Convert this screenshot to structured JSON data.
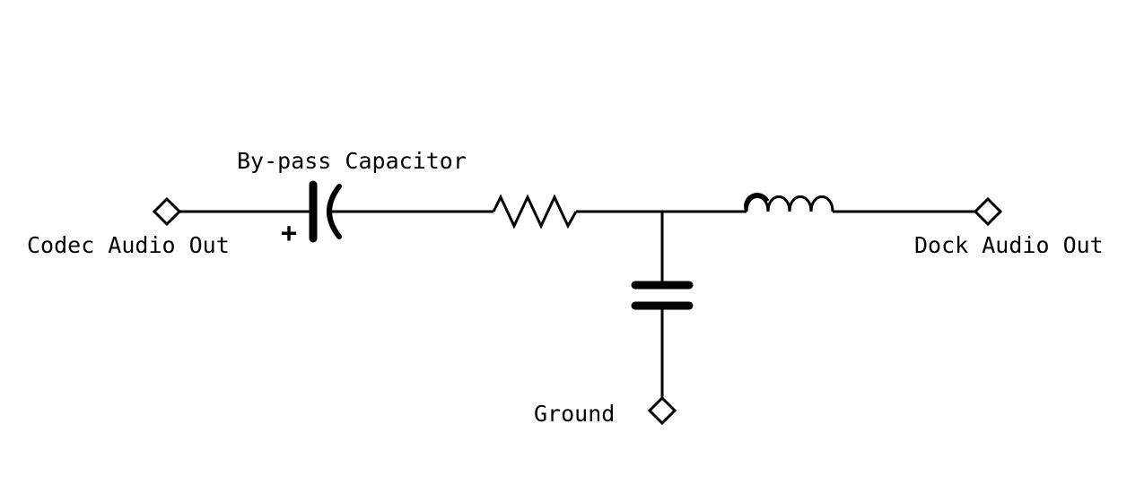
{
  "diagram": {
    "labels": {
      "codec_out": "Codec Audio Out",
      "bypass_cap": "By-pass Capacitor",
      "polarity": "+",
      "dock_out": "Dock Audio Out",
      "ground": "Ground"
    },
    "colors": {
      "ink": "#000000",
      "background": "#ffffff"
    },
    "components": [
      "terminal-codec-audio-out",
      "electrolytic-capacitor",
      "resistor",
      "inductor",
      "capacitor-to-ground",
      "terminal-ground",
      "terminal-dock-audio-out"
    ]
  }
}
